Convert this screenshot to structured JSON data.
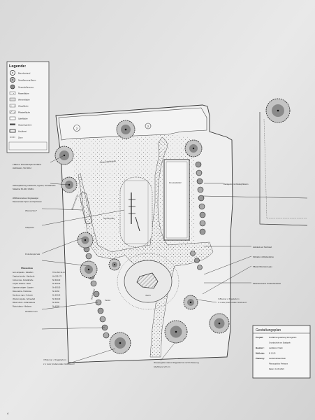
{
  "legend": {
    "title": "Legende:",
    "items": [
      {
        "label": "Baumbestand",
        "icon": "existing-tree-icon"
      },
      {
        "label": "Neupflanzung Baum",
        "icon": "new-tree-icon"
      },
      {
        "label": "Strauchpflanzung",
        "icon": "shrub-icon"
      },
      {
        "label": "Rasenfläche",
        "icon": "lawn-icon"
      },
      {
        "label": "Wiesenfläche",
        "icon": "meadow-icon"
      },
      {
        "label": "Wegefläche",
        "icon": "path-icon"
      },
      {
        "label": "Pflasterfläche",
        "icon": "paving-icon"
      },
      {
        "label": "Spielfläche",
        "icon": "play-area-icon"
      },
      {
        "label": "Sitzgelegenheit",
        "icon": "bench-icon"
      },
      {
        "label": "Hochbeet",
        "icon": "raised-bed-icon"
      },
      {
        "label": "Zaun",
        "icon": "fence-icon"
      }
    ]
  },
  "plan_labels": {
    "field_number": "2",
    "kompostplatz": "Kompostplatz",
    "sitzplatz": "Sitzplatz",
    "kraeuterspirale": "Kräuterspirale",
    "streuobstwiese": "Streuobstwiese",
    "beerenstraucher": "Beerensträucher",
    "barfusspfad": "Barfußpfad",
    "sandkasten": "Sandkasten",
    "wasserlauf": "Wasserlauf",
    "teich": "Teich",
    "hecke": "Hecke",
    "wildblumen": "Wildblumen"
  },
  "notes_left": [
    "2 Bäume: Streuobst Apfel und Birne",
    "Hochstamm, StU 10-12",
    "Heckenpflanzung: Hainbuche, Liguster, Kornelkirsche",
    "Sträucher 60-100, 3 St/lfm",
    "Wildblumenwiese: Regiosaatgut",
    "Rasenansaat: Spiel- und Sportrasen"
  ],
  "species_list": {
    "title": "Pflanzenliste",
    "rows": [
      {
        "name": "Acer campestre - Feldahorn",
        "size": "H 3xv StU 12-14"
      },
      {
        "name": "Carpinus betulus - Hainbuche",
        "size": "Hei 150-175"
      },
      {
        "name": "Cornus mas - Kornelkirsche",
        "size": "Str 60-100"
      },
      {
        "name": "Corylus avellana - Hasel",
        "size": "Str 60-100"
      },
      {
        "name": "Ligustrum vulgare - Liguster",
        "size": "Str 60-100"
      },
      {
        "name": "Rosa canina - Hundsrose",
        "size": "Str 40-60"
      },
      {
        "name": "Sambucus nigra - Holunder",
        "size": "Str 60-100"
      },
      {
        "name": "Viburnum opulus - Schneeball",
        "size": "Str 60-100"
      },
      {
        "name": "Ribes rubrum - Johannisbeere",
        "size": "Str 40-60"
      },
      {
        "name": "Rubus idaeus - Himbeere",
        "size": "Str 40-60"
      }
    ]
  },
  "notes_right": [
    "Rankgerüst mit Kletterpflanzen",
    "Holzdeck am Teichrand",
    "Sitzbank mit Rückenlehne",
    "Pflaster Betonstein grau",
    "Natursteinmauer Trockenbauweise"
  ],
  "notes_bottom": [
    "3 Bäume: 2 Kugelahorn",
    "1 x Acer platanoides 'Globosum'",
    "Wassergebundene Wegedecke mit Einfassung",
    "Stahlband 20 cm"
  ],
  "title_block": {
    "heading": "Gestaltungsplan",
    "rows": [
      {
        "key": "Projekt:",
        "value": "Freiflächengestaltung Schulgarten"
      },
      {
        "key": "",
        "value": "Grundschule am Stadtpark"
      },
      {
        "key": "Bauherr:",
        "value": "Landkreis / Stadt"
      },
      {
        "key": "Maßstab:",
        "value": "M 1:100"
      },
      {
        "key": "Planung:",
        "value": "Landschaftsarchitekt"
      },
      {
        "key": "",
        "value": "Planungsbüro Freiraum"
      },
      {
        "key": "",
        "value": "Datum: 11.06.2021"
      }
    ]
  },
  "page_number": "4"
}
